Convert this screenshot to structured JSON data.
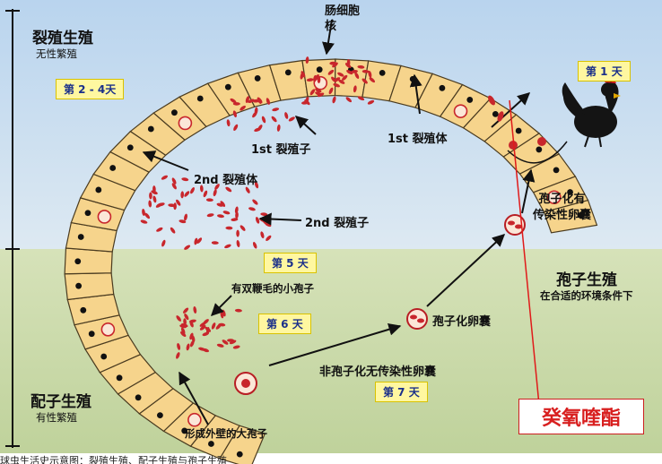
{
  "labels": {
    "schizogony": "裂殖生殖",
    "asexual": "无性繁殖",
    "gametogony": "配子生殖",
    "sexual": "有性繁殖",
    "nucleus": "肠细胞\n核",
    "merozoite1": "1st 裂殖子",
    "schizont1": "1st 裂殖体",
    "schizont2": "2nd 裂殖体",
    "merozoite2": "2nd 裂殖子",
    "microgamete": "有双鞭毛的小孢子",
    "macrogamete": "形成外壁的大孢子",
    "sporulated_infective": "孢子化有\n传染性卵囊",
    "sporulated_oocyst": "孢子化卵囊",
    "unsporulated": "非孢子化无传染性卵囊",
    "sporogony": "孢子生殖",
    "environment": "在合适的环境条件下",
    "drug": "癸氧喹酯",
    "bottom_text": "球虫生活史示意图：裂殖生殖、配子生殖与孢子生殖"
  },
  "days": {
    "d1": "第 1 天",
    "d24": "第 2 - 4天",
    "d5": "第 5 天",
    "d6": "第 6 天",
    "d7": "第 7 天"
  },
  "colors": {
    "sky": "#cfe2f3",
    "field": "#c9d9a9",
    "cell": "#f6d48c",
    "cell_border": "#4a3b20",
    "parasite": "#c8262c",
    "red_line": "#e01a1a"
  }
}
